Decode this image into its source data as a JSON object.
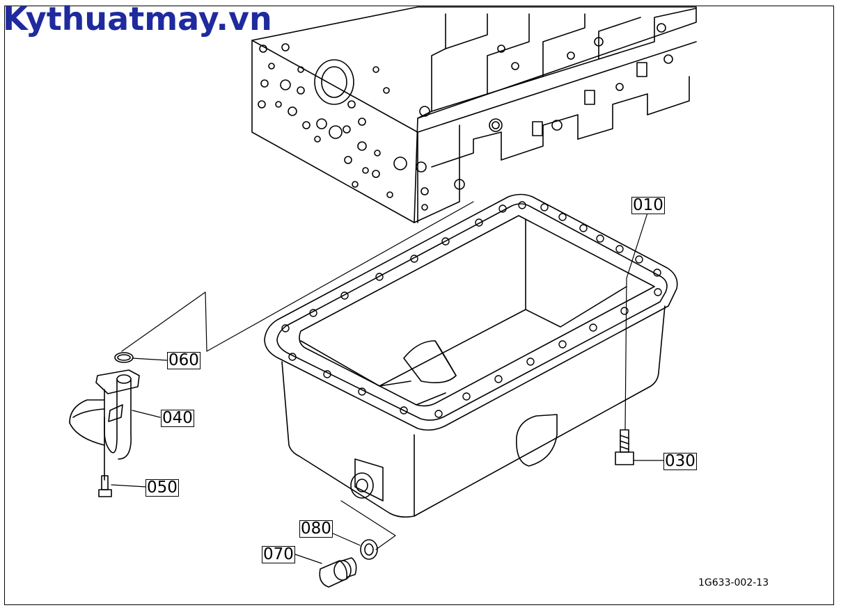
{
  "watermark": "Kythuatmay.vn",
  "doc_id": "1G633-002-13",
  "parts": [
    {
      "id": "010",
      "name": "oil-pan"
    },
    {
      "id": "030",
      "name": "oil-pan-bolt"
    },
    {
      "id": "040",
      "name": "oil-strainer"
    },
    {
      "id": "050",
      "name": "strainer-bolt"
    },
    {
      "id": "060",
      "name": "o-ring"
    },
    {
      "id": "070",
      "name": "drain-plug"
    },
    {
      "id": "080",
      "name": "drain-gasket"
    }
  ],
  "colors": {
    "watermark": "#1f2a9e",
    "line": "#000000",
    "background": "#ffffff"
  }
}
